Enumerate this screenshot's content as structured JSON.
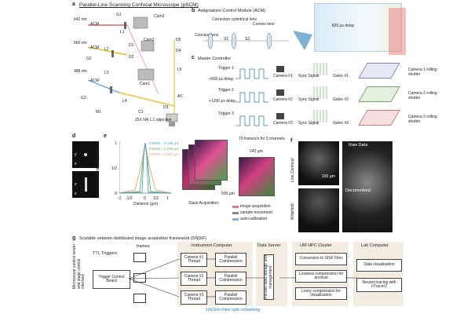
{
  "panel_a": {
    "letter": "a",
    "title": "Parallel-Line Scanning Confocal Microscope (pSCM)",
    "wavelengths": [
      "642 nm",
      "560 nm",
      "488 nm"
    ],
    "components": [
      "ACM",
      "ACM",
      "ACM",
      "G1",
      "G2",
      "G3",
      "L1",
      "L2",
      "L3",
      "D1",
      "D2",
      "D3",
      "D4",
      "D5",
      "Cam1",
      "Cam2",
      "Cam3",
      "L4",
      "L5",
      "C1",
      "M1",
      "AC"
    ],
    "objective": "25X NA 1.1 objective"
  },
  "panel_b": {
    "letter": "b",
    "title": "Astigmatism Control Module (ACM)",
    "labels": [
      "Correction cylindrical lens",
      "Concave lens",
      "Convex lens",
      "S1",
      "S2"
    ],
    "delay": "600 μs delay"
  },
  "panel_c": {
    "letter": "c",
    "title": "Master Controller",
    "triggers": [
      {
        "label": "Trigger 1",
        "delay": "",
        "camera": "Camera #1",
        "galvo": "Galvo #1",
        "shutter": "Camera 1 rolling shutter"
      },
      {
        "label": "Trigger 2",
        "delay": "+600 μs delay",
        "camera": "Camera #2",
        "galvo": "Galvo #2",
        "shutter": "Camera 2 rolling shutter"
      },
      {
        "label": "Trigger 3",
        "delay": "+1200 μs delay",
        "camera": "Camera #3",
        "galvo": "Galvo #3",
        "shutter": "Camera 3 rolling shutter"
      }
    ],
    "sync_label": "Sync Signal"
  },
  "panel_d": {
    "letter": "d",
    "axes_top": [
      "x",
      "y"
    ],
    "axes_bottom": [
      "x",
      "z"
    ]
  },
  "panel_e": {
    "letter": "e",
    "y_label": "Normalized Intensity (AU)",
    "x_label": "Distance (μm)",
    "y_ticks": [
      "1",
      "1/2",
      "0"
    ],
    "x_ticks": [
      "-1",
      "-1/2",
      "0",
      "1/2",
      "1"
    ],
    "legend": [
      {
        "label": "FWHM = 0.135 μm",
        "color": "#4aa3d8"
      },
      {
        "label": "FWHM = 0.238 μm",
        "color": "#5bb35b"
      },
      {
        "label": "FWHM = 0.691 μm",
        "color": "#e8a07a"
      }
    ]
  },
  "panel_f_mid": {
    "frames_label": "70 frames/s for 3 channels",
    "scale_242": "242 μm",
    "scale_500": "500 μm",
    "stack_label": "Stack Acquisition",
    "legend": [
      {
        "label": "image acquisition",
        "color": "#e07b7b"
      },
      {
        "label": "sample movement",
        "color": "#888888"
      },
      {
        "label": "auto-calibration",
        "color": "#7fb0d8"
      }
    ]
  },
  "panel_f": {
    "letter": "f",
    "rows": [
      "Line Confocal",
      "Widefield"
    ],
    "raw": "Raw Data",
    "deconv": "Deconvolved",
    "scale": "100 μm"
  },
  "panel_g": {
    "letter": "g",
    "title": "Scalable network-distributed image acquisition framework (SNDiF)",
    "ttl": "TTL Triggers",
    "frames": "frames",
    "mc_label": "Microscope control server and stage control interface",
    "trigger_board": "Trigger Control Board",
    "sections": [
      "Instrument Computer",
      "Data Server",
      "UM HPC Cluster",
      "Lab Computer"
    ],
    "threads": [
      "Camera #1 Thread",
      "Camera #2 Thread",
      "Camera #3 Thread"
    ],
    "compress": [
      "Parallel Compression",
      "Parallel Compression",
      "Parallel Compression"
    ],
    "data_server": "Parallel data storage and management",
    "hpc": [
      "Conversion to SISF Files",
      "Lossless compression for archival",
      "Lossy compression for visualization"
    ],
    "lab": [
      "Data visualization",
      "Neuron tracing with nTracer2"
    ],
    "network": "100Gb/s Fiber optic networking"
  }
}
